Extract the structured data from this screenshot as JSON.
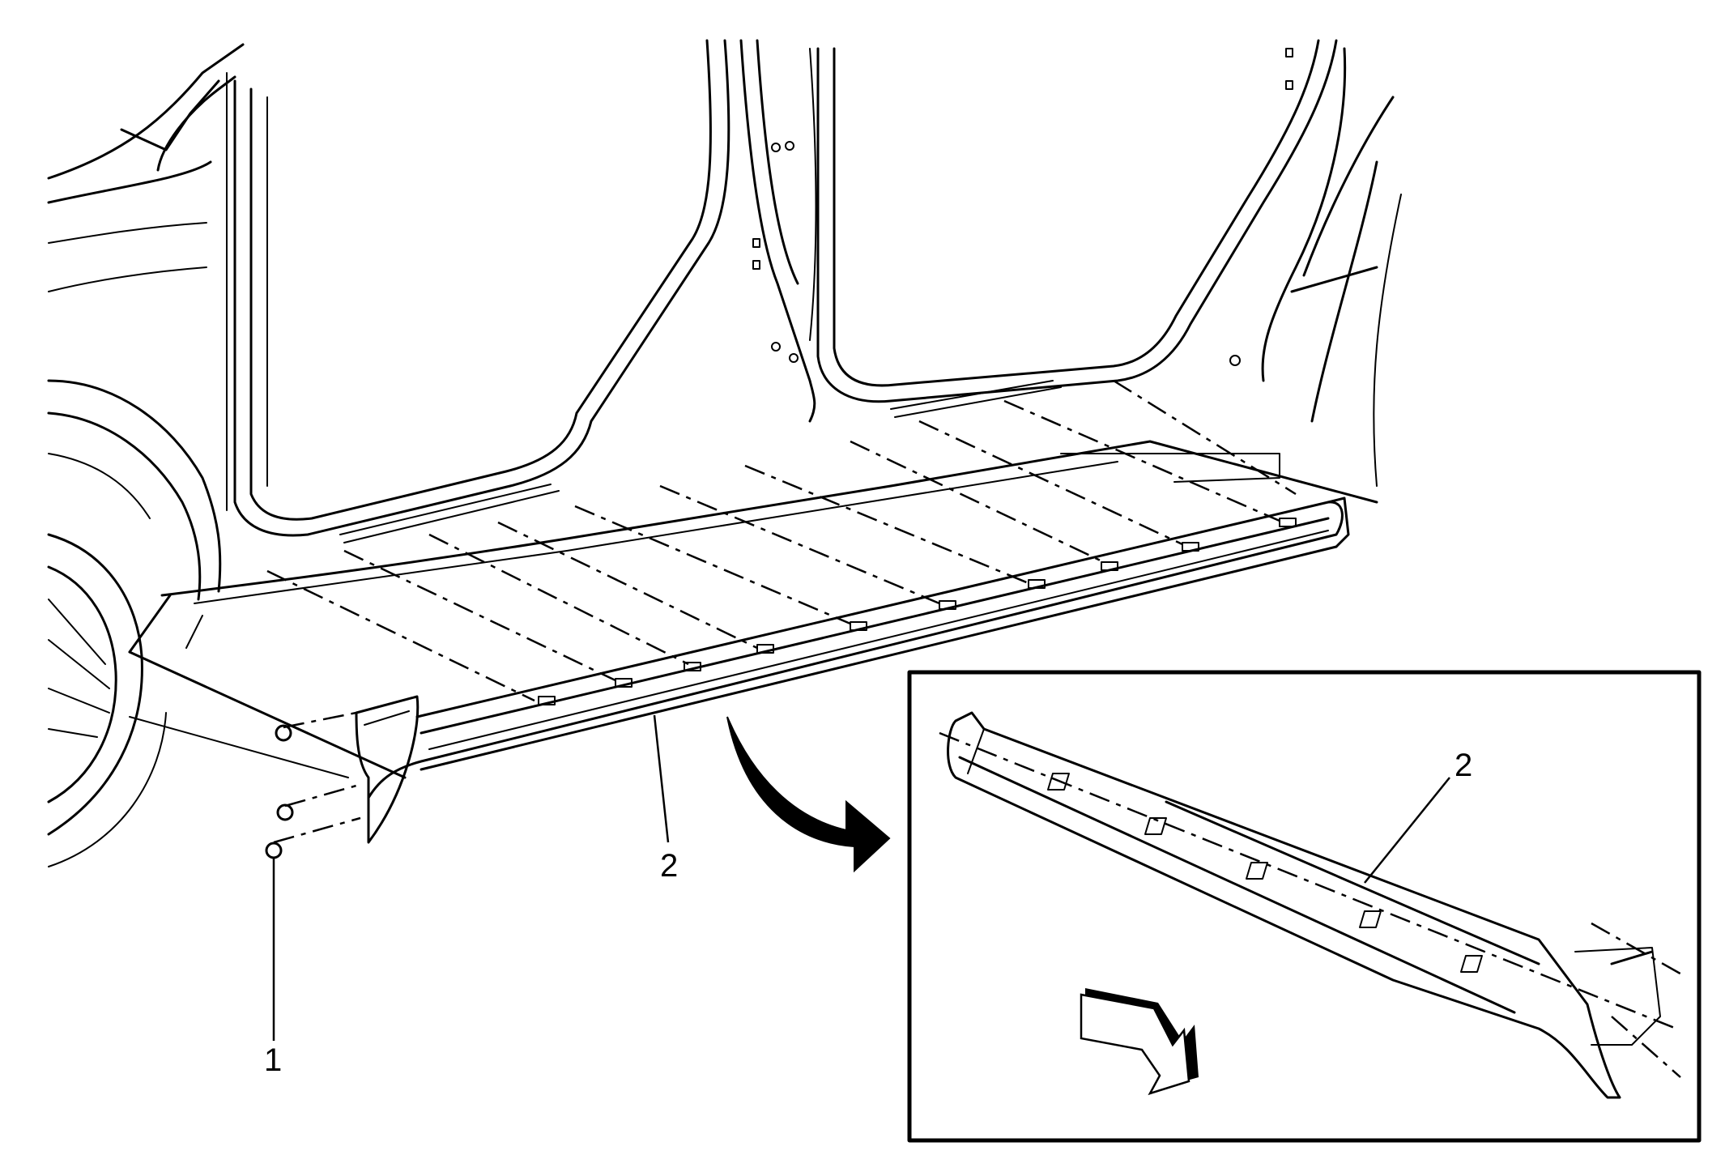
{
  "callouts": {
    "fastener": "1",
    "rocker_panel": "2",
    "rocker_panel_detail": "2"
  }
}
